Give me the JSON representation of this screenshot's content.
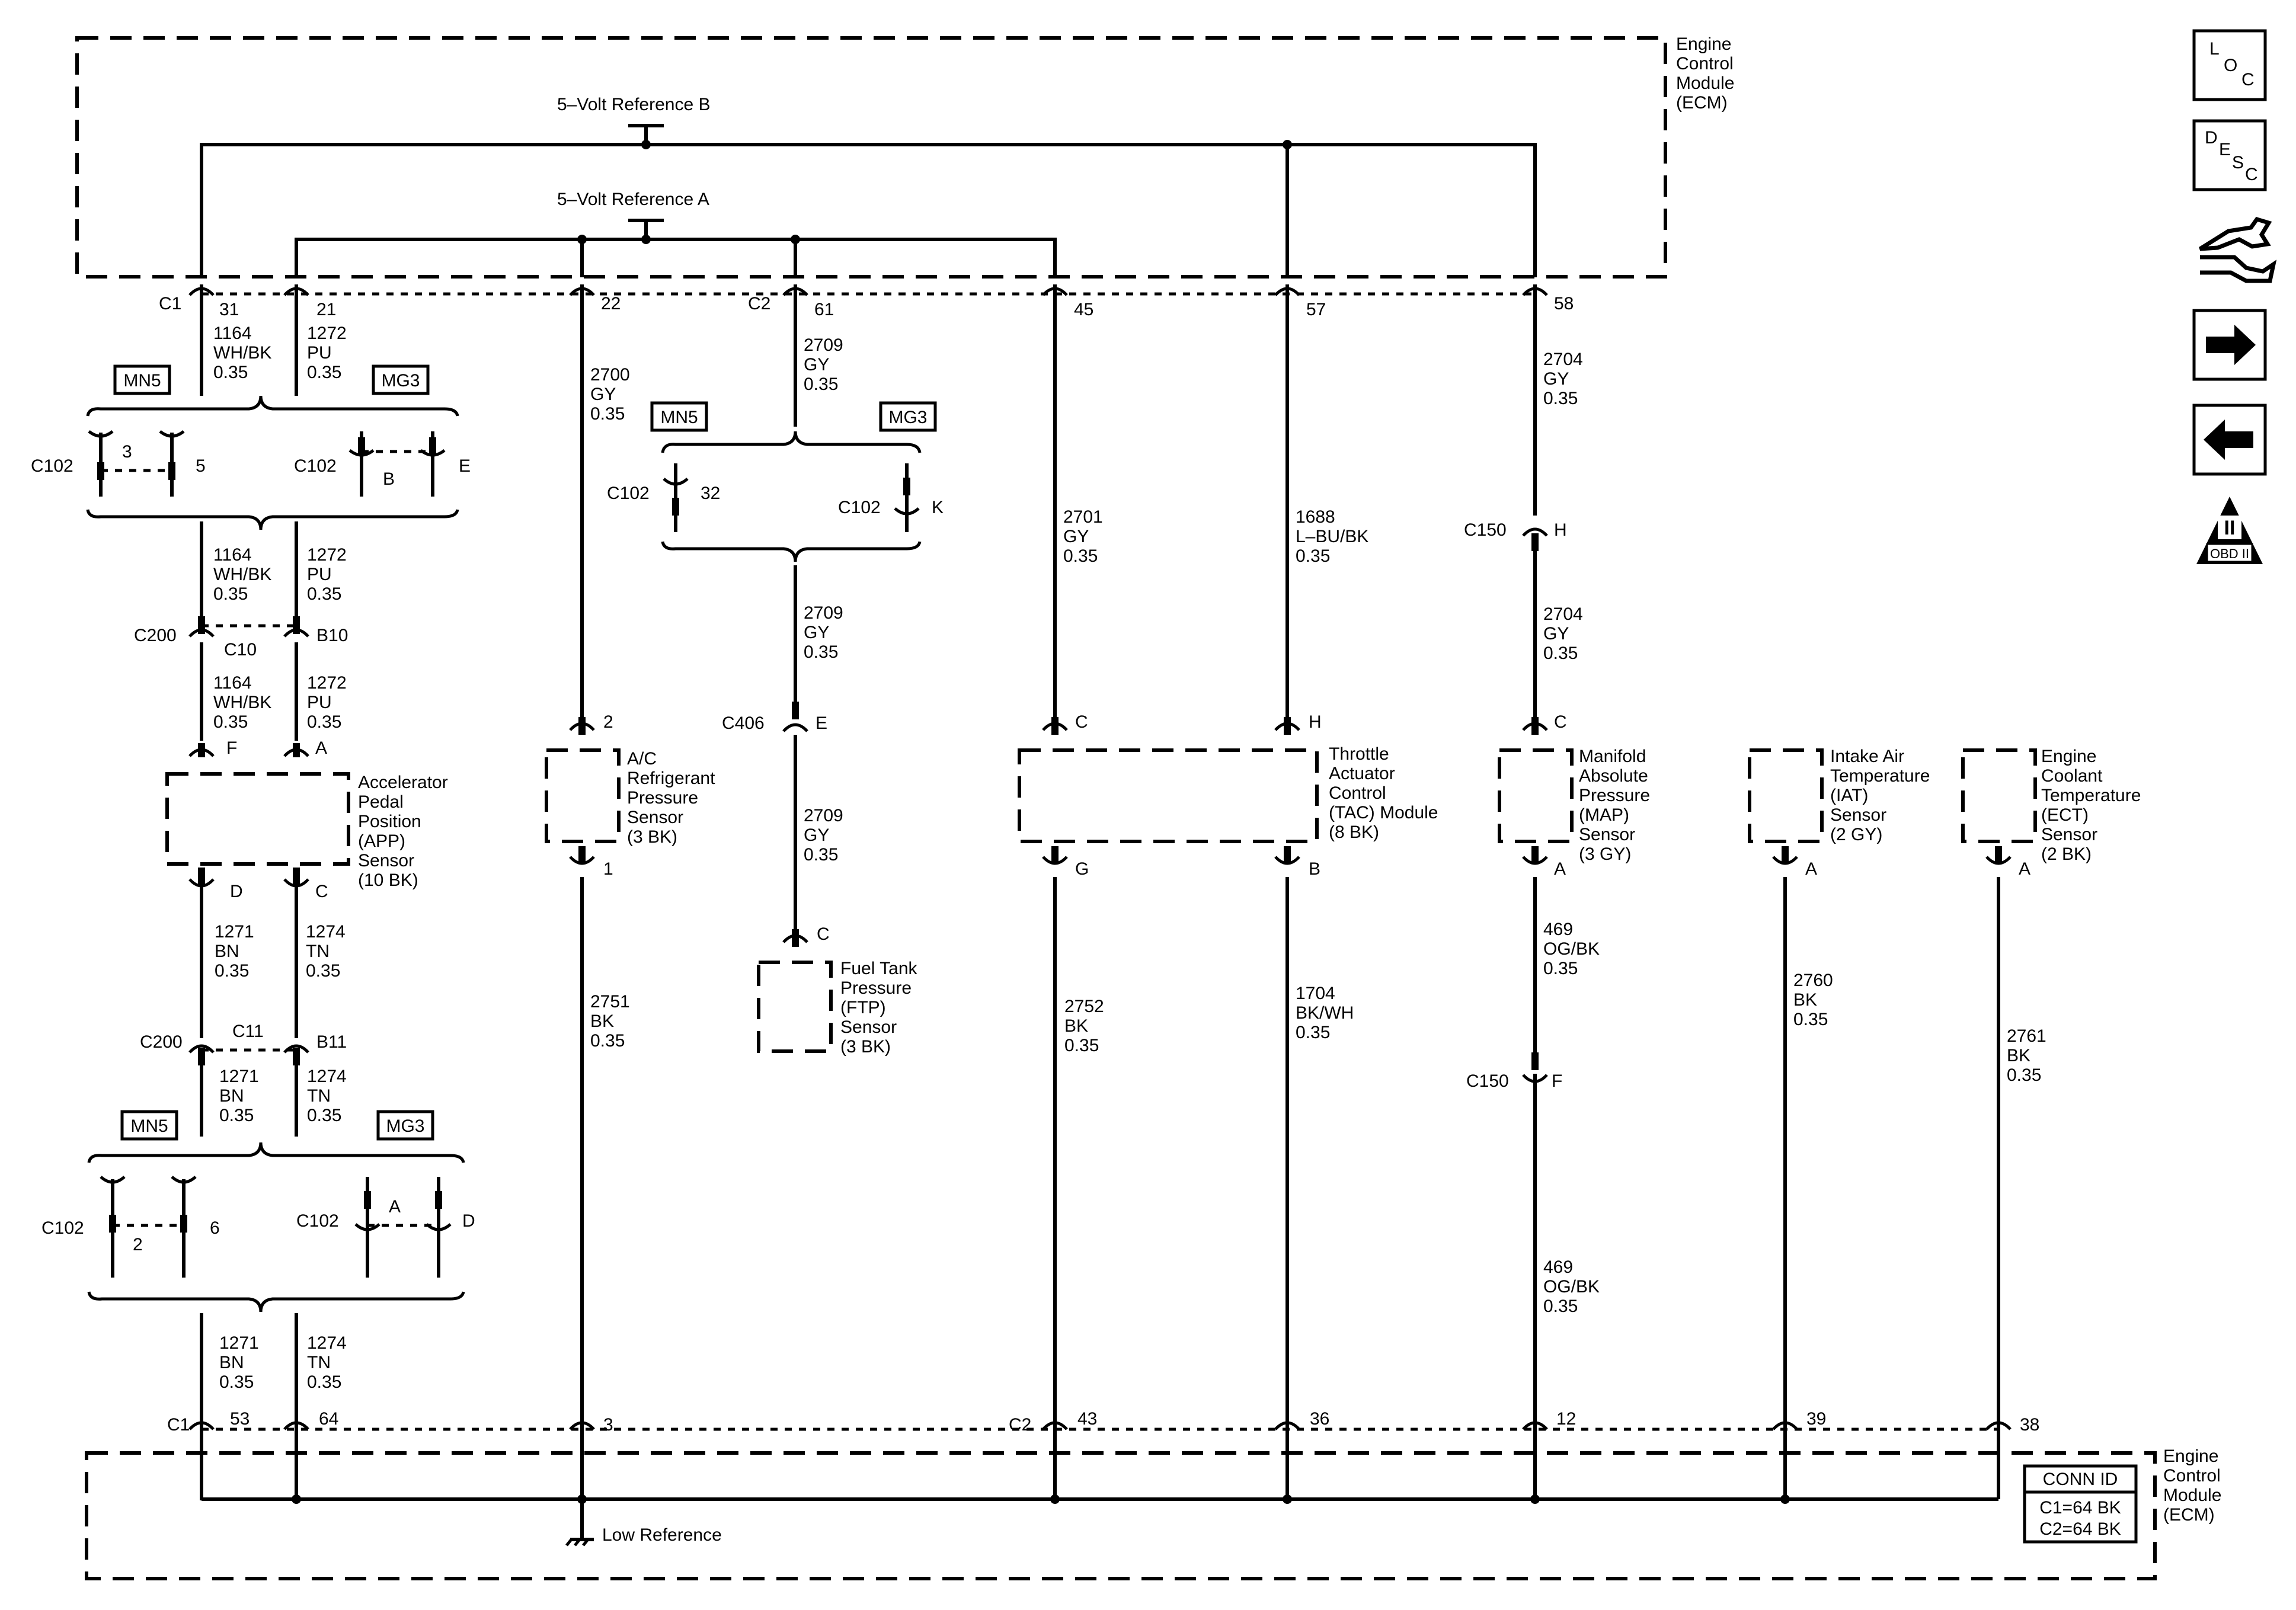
{
  "modules": {
    "ecm_top": "Engine\nControl\nModule\n(ECM)",
    "ecm_bottom": "Engine\nControl\nModule\n(ECM)"
  },
  "references": {
    "ref_b": "5–Volt Reference B",
    "ref_a": "5–Volt Reference A",
    "low_ref": "Low Reference"
  },
  "conn_id": {
    "title": "CONN ID",
    "c1": "C1=64 BK",
    "c2": "C2=64 BK"
  },
  "options": {
    "mn5": "MN5",
    "mg3": "MG3"
  },
  "connectors": {
    "c1": "C1",
    "c2": "C2",
    "c102": "C102",
    "c200": "C200",
    "c150": "C150",
    "c406": "C406"
  },
  "pins": {
    "top_31": "31",
    "top_21": "21",
    "top_22": "22",
    "top_61": "61",
    "top_45": "45",
    "top_57": "57",
    "top_58": "58",
    "c102_3": "3",
    "c102_5": "5",
    "c102_B": "B",
    "c102_E": "E",
    "c102_32": "32",
    "c102_K": "K",
    "c200_C10": "C10",
    "c200_B10": "B10",
    "c200_C11": "C11",
    "c200_B11": "B11",
    "c102_2": "2",
    "c102_6": "6",
    "c102_A": "A",
    "c102_D": "D",
    "c150_H": "H",
    "c150_F": "F",
    "c406_E": "E",
    "app_F": "F",
    "app_A": "A",
    "app_D": "D",
    "app_C": "C",
    "ac_2": "2",
    "ac_1": "1",
    "ftp_C": "C",
    "tac_C": "C",
    "tac_H": "H",
    "tac_G": "G",
    "tac_B": "B",
    "map_C": "C",
    "map_A": "A",
    "iat_A": "A",
    "ect_A": "A",
    "bot_53": "53",
    "bot_64": "64",
    "bot_3": "3",
    "bot_43": "43",
    "bot_36": "36",
    "bot_12": "12",
    "bot_39": "39",
    "bot_38": "38"
  },
  "components": {
    "app": "Accelerator\nPedal\nPosition\n(APP)\nSensor\n(10 BK)",
    "ac": "A/C\nRefrigerant\nPressure\nSensor\n(3 BK)",
    "ftp": "Fuel Tank\nPressure\n(FTP)\nSensor\n(3 BK)",
    "tac": "Throttle\nActuator\nControl\n(TAC) Module\n(8 BK)",
    "map": "Manifold\nAbsolute\nPressure\n(MAP)\nSensor\n(3 GY)",
    "iat": "Intake Air\nTemperature\n(IAT)\nSensor\n(2 GY)",
    "ect": "Engine\nCoolant\nTemperature\n(ECT)\nSensor\n(2 BK)"
  },
  "wires": {
    "w1164_a": "1164\nWH/BK\n0.35",
    "w1272_a": "1272\nPU\n0.35",
    "w1164_b": "1164\nWH/BK\n0.35",
    "w1272_b": "1272\nPU\n0.35",
    "w1164_c": "1164\nWH/BK\n0.35",
    "w1272_c": "1272\nPU\n0.35",
    "w1271_a": "1271\nBN\n0.35",
    "w1274_a": "1274\nTN\n0.35",
    "w1271_b": "1271\nBN\n0.35",
    "w1274_b": "1274\nTN\n0.35",
    "w1271_c": "1271\nBN\n0.35",
    "w1274_c": "1274\nTN\n0.35",
    "w2700": "2700\nGY\n0.35",
    "w2751": "2751\nBK\n0.35",
    "w2709_a": "2709\nGY\n0.35",
    "w2709_b": "2709\nGY\n0.35",
    "w2709_c": "2709\nGY\n0.35",
    "w2701": "2701\nGY\n0.35",
    "w2752": "2752\nBK\n0.35",
    "w1688": "1688\nL–BU/BK\n0.35",
    "w1704": "1704\nBK/WH\n0.35",
    "w2704_a": "2704\nGY\n0.35",
    "w2704_b": "2704\nGY\n0.35",
    "w469_a": "469\nOG/BK\n0.35",
    "w469_b": "469\nOG/BK\n0.35",
    "w2760": "2760\nBK\n0.35",
    "w2761": "2761\nBK\n0.35"
  },
  "nav": {
    "loc": [
      "L",
      "O",
      "C"
    ],
    "desc": [
      "D",
      "E",
      "S",
      "C"
    ],
    "icons": [
      "loc-icon",
      "desc-icon",
      "diagnostic-wrench-icon",
      "next-arrow-icon",
      "previous-arrow-icon",
      "obd-ii-icon"
    ],
    "obd_roman": "II",
    "obd_label": "OBD II"
  }
}
